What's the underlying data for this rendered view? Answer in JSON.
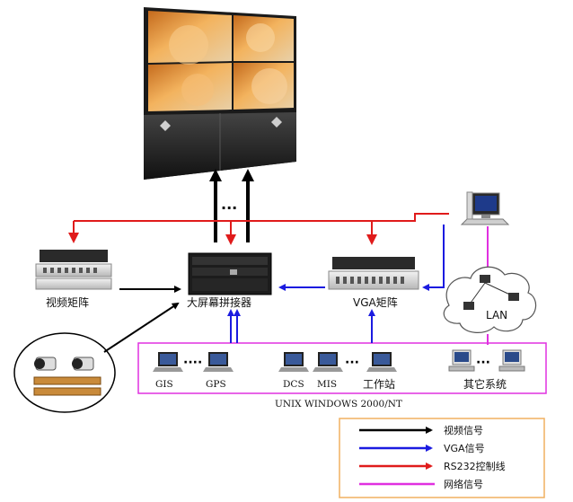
{
  "devices": {
    "video_matrix": "视频矩阵",
    "splicer": "大屏幕拼接器",
    "vga_matrix": "VGA矩阵",
    "lan": "LAN"
  },
  "workstations": {
    "gis": "GIS",
    "gps": "GPS",
    "dcs": "DCS",
    "mis": "MIS",
    "workstation": "工作站",
    "other_systems": "其它系统",
    "os_caption": "UNIX WINDOWS 2000/NT"
  },
  "legend": {
    "video_signal": "视频信号",
    "vga_signal": "VGA信号",
    "rs232": "RS232控制线",
    "network": "网络信号"
  },
  "colors": {
    "video": "#000000",
    "vga": "#1b1be0",
    "rs232": "#e01b1b",
    "network": "#e030e0",
    "legend_border": "#f0b060"
  }
}
